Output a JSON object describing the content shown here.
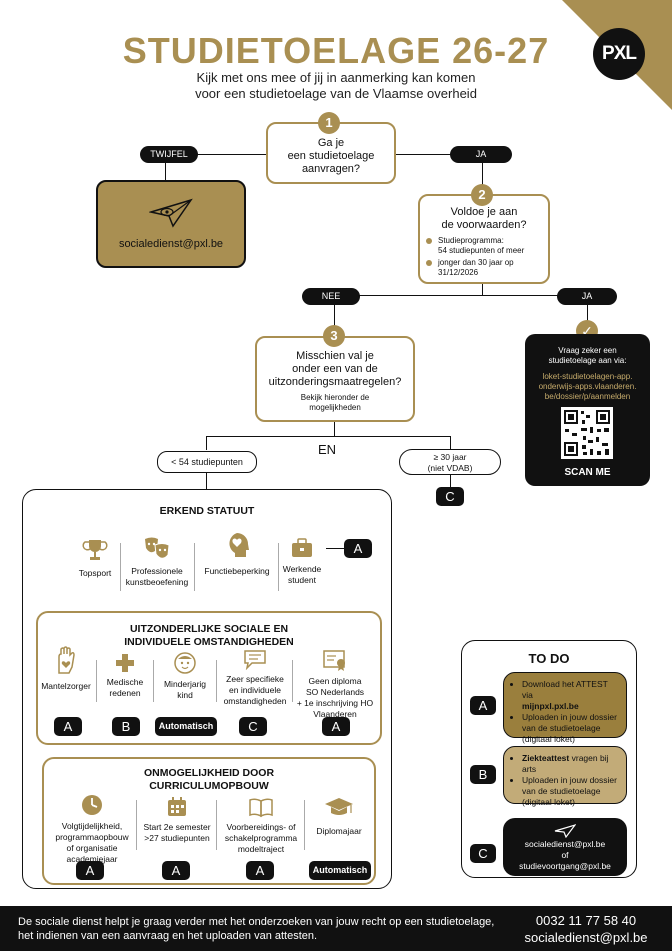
{
  "header": {
    "title": "STUDIETOELAGE 26-27",
    "subtitle_line1": "Kijk met ons mee of jij in aanmerking kan komen",
    "subtitle_line2": "voor een studietoelage van de Vlaamse overheid",
    "logo_text": "PXL"
  },
  "step1": {
    "num": "1",
    "line1": "Ga je",
    "line2": "een studietoelage",
    "line3": "aanvragen?"
  },
  "twijfel": {
    "label": "TWIJFEL",
    "email": "socialedienst@pxl.be"
  },
  "ja1": "JA",
  "step2": {
    "num": "2",
    "line1": "Voldoe je aan",
    "line2": "de voorwaarden?",
    "bullets": [
      {
        "l1": "Studieprogramma:",
        "l2": "54 studiepunten of meer"
      },
      {
        "l1": "jonger dan 30 jaar op",
        "l2": "31/12/2026"
      }
    ]
  },
  "nee": "NEE",
  "ja2": "JA",
  "step3": {
    "num": "3",
    "line1": "Misschien val je",
    "line2": "onder een van de",
    "line3": "uitzonderingsmaatregelen?",
    "sub1": "Bekijk hieronder de",
    "sub2": "mogelijkheden"
  },
  "en": "EN",
  "lt54": "< 54 studiepunten",
  "gt30": {
    "l1": "≥ 30 jaar",
    "l2": "(niet VDAB)"
  },
  "apply": {
    "l1": "Vraag zeker een",
    "l2": "studietoelage aan via:",
    "link1": "loket-studietoelagen-app.",
    "link2": "onderwijs-apps.vlaanderen.",
    "link3": "be/dossier/p/aanmelden",
    "scan": "SCAN ME"
  },
  "letters": {
    "a": "A",
    "b": "B",
    "c": "C",
    "auto": "Automatisch"
  },
  "erkend": {
    "title": "ERKEND STATUUT",
    "items": [
      {
        "l1": "Topsport",
        "l2": "",
        "icon": "trophy-icon"
      },
      {
        "l1": "Professionele",
        "l2": "kunstbeoefening",
        "icon": "theater-masks-icon"
      },
      {
        "l1": "Functiebeperking",
        "l2": "",
        "icon": "head-heart-icon"
      },
      {
        "l1": "Werkende",
        "l2": "student",
        "icon": "briefcase-icon"
      }
    ]
  },
  "sociaal": {
    "title1": "UITZONDERLIJKE SOCIALE EN",
    "title2": "INDIVIDUELE OMSTANDIGHEDEN",
    "items": [
      {
        "l1": "Mantelzorger",
        "l2": "",
        "l3": "",
        "l4": "",
        "icon": "caring-hand-icon"
      },
      {
        "l1": "Medische",
        "l2": "redenen",
        "l3": "",
        "l4": "",
        "icon": "medical-cross-icon"
      },
      {
        "l1": "Minderjarig",
        "l2": "kind",
        "l3": "",
        "l4": "",
        "icon": "child-face-icon"
      },
      {
        "l1": "Zeer specifieke",
        "l2": "en individuele",
        "l3": "omstandigheden",
        "l4": "",
        "icon": "speech-bubble-icon"
      },
      {
        "l1": "Geen diploma",
        "l2": "SO Nederlands",
        "l3": "+ 1e inschrijving HO",
        "l4": "Vlaanderen",
        "icon": "diploma-icon"
      }
    ]
  },
  "curriculum": {
    "title1": "ONMOGELIJKHEID DOOR",
    "title2": "CURRICULUMOPBOUW",
    "items": [
      {
        "l1": "Volgtijdelijkheid,",
        "l2": "programmaopbouw",
        "l3": "of organisatie",
        "l4": "academiejaar",
        "icon": "clock-icon"
      },
      {
        "l1": "Start 2e semester",
        "l2": ">27 studiepunten",
        "l3": "",
        "l4": "",
        "icon": "calendar-icon"
      },
      {
        "l1": "Voorbereidings- of",
        "l2": "schakelprogramma",
        "l3": "modeltraject",
        "l4": "",
        "icon": "book-icon"
      },
      {
        "l1": "Diplomajaar",
        "l2": "",
        "l3": "",
        "l4": "",
        "icon": "graduation-cap-icon"
      }
    ]
  },
  "todo": {
    "title": "TO DO",
    "a": {
      "b1_pre": "Download het ATTEST via",
      "b1_bold": "mijnpxl.pxl.be",
      "b2_l1": "Uploaden in jouw dossier",
      "b2_l2": "van de studietoelage",
      "b2_l3": "(digitaal loket)"
    },
    "b": {
      "b1_bold": "Ziekteattest",
      "b1_post": " vragen bij arts",
      "b2_l1": "Uploaden in jouw dossier",
      "b2_l2": "van de studietoelage",
      "b2_l3": "(digitaal loket)"
    },
    "c": {
      "l1": "socialedienst@pxl.be",
      "l2": "of",
      "l3": "studievoortgang@pxl.be"
    }
  },
  "footer": {
    "line1": "De sociale dienst helpt je graag verder met het onderzoeken van jouw recht op een studietoelage,",
    "line2": "het indienen van een aanvraag en het uploaden van attesten.",
    "phone": "0032 11 77 58 40",
    "email": "socialedienst@pxl.be"
  },
  "colors": {
    "gold": "#a98f52",
    "gold_dark": "#9a7f3d",
    "black": "#111111"
  }
}
